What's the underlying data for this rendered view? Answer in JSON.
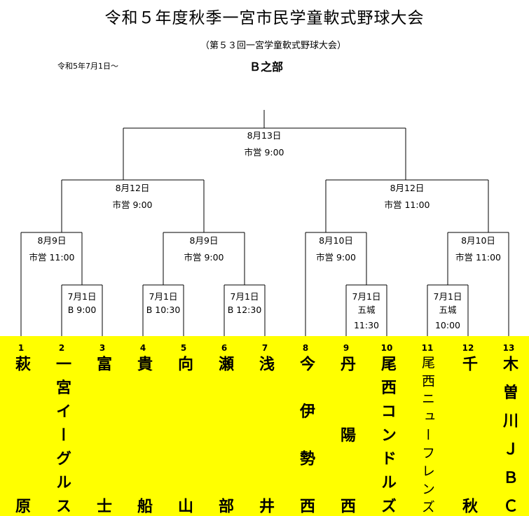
{
  "header": {
    "title": "令和５年度秋季一宮市民学童軟式野球大会",
    "subtitle": "（第５３回一宮学童軟式野球大会）",
    "start_date": "令和5年7月1日〜",
    "division": "Ｂ之部"
  },
  "matches": [
    {
      "date": "8月13日",
      "venue": "市営 9:00"
    },
    {
      "date": "8月12日",
      "venue": "市営 9:00"
    },
    {
      "date": "8月12日",
      "venue": "市営 11:00"
    },
    {
      "date": "8月9日",
      "venue": "市営 11:00"
    },
    {
      "date": "8月9日",
      "venue": "市営 9:00"
    },
    {
      "date": "8月10日",
      "venue": "市営 9:00"
    },
    {
      "date": "8月10日",
      "venue": "市営 11:00"
    },
    {
      "date": "7月1日",
      "venue": "B 9:00"
    },
    {
      "date": "7月1日",
      "venue": "B 10:30"
    },
    {
      "date": "7月1日",
      "venue": "B 12:30"
    },
    {
      "date": "7月1日",
      "venue": "五城",
      "time": "11:30"
    },
    {
      "date": "7月1日",
      "venue": "五城",
      "time": "10:00"
    }
  ],
  "teams": [
    {
      "num": "1",
      "name": "萩原"
    },
    {
      "num": "2",
      "name": "一宮イーグルス"
    },
    {
      "num": "3",
      "name": "富士"
    },
    {
      "num": "4",
      "name": "貴船"
    },
    {
      "num": "5",
      "name": "向山"
    },
    {
      "num": "6",
      "name": "瀬部"
    },
    {
      "num": "7",
      "name": "浅井"
    },
    {
      "num": "8",
      "name": "今伊勢西"
    },
    {
      "num": "9",
      "name": "丹陽西"
    },
    {
      "num": "10",
      "name": "尾西コンドルズ"
    },
    {
      "num": "11",
      "name": "尾西ニューフレンズ"
    },
    {
      "num": "12",
      "name": "千秋"
    },
    {
      "num": "13",
      "name": "木曽川ＪＢＣ"
    }
  ]
}
